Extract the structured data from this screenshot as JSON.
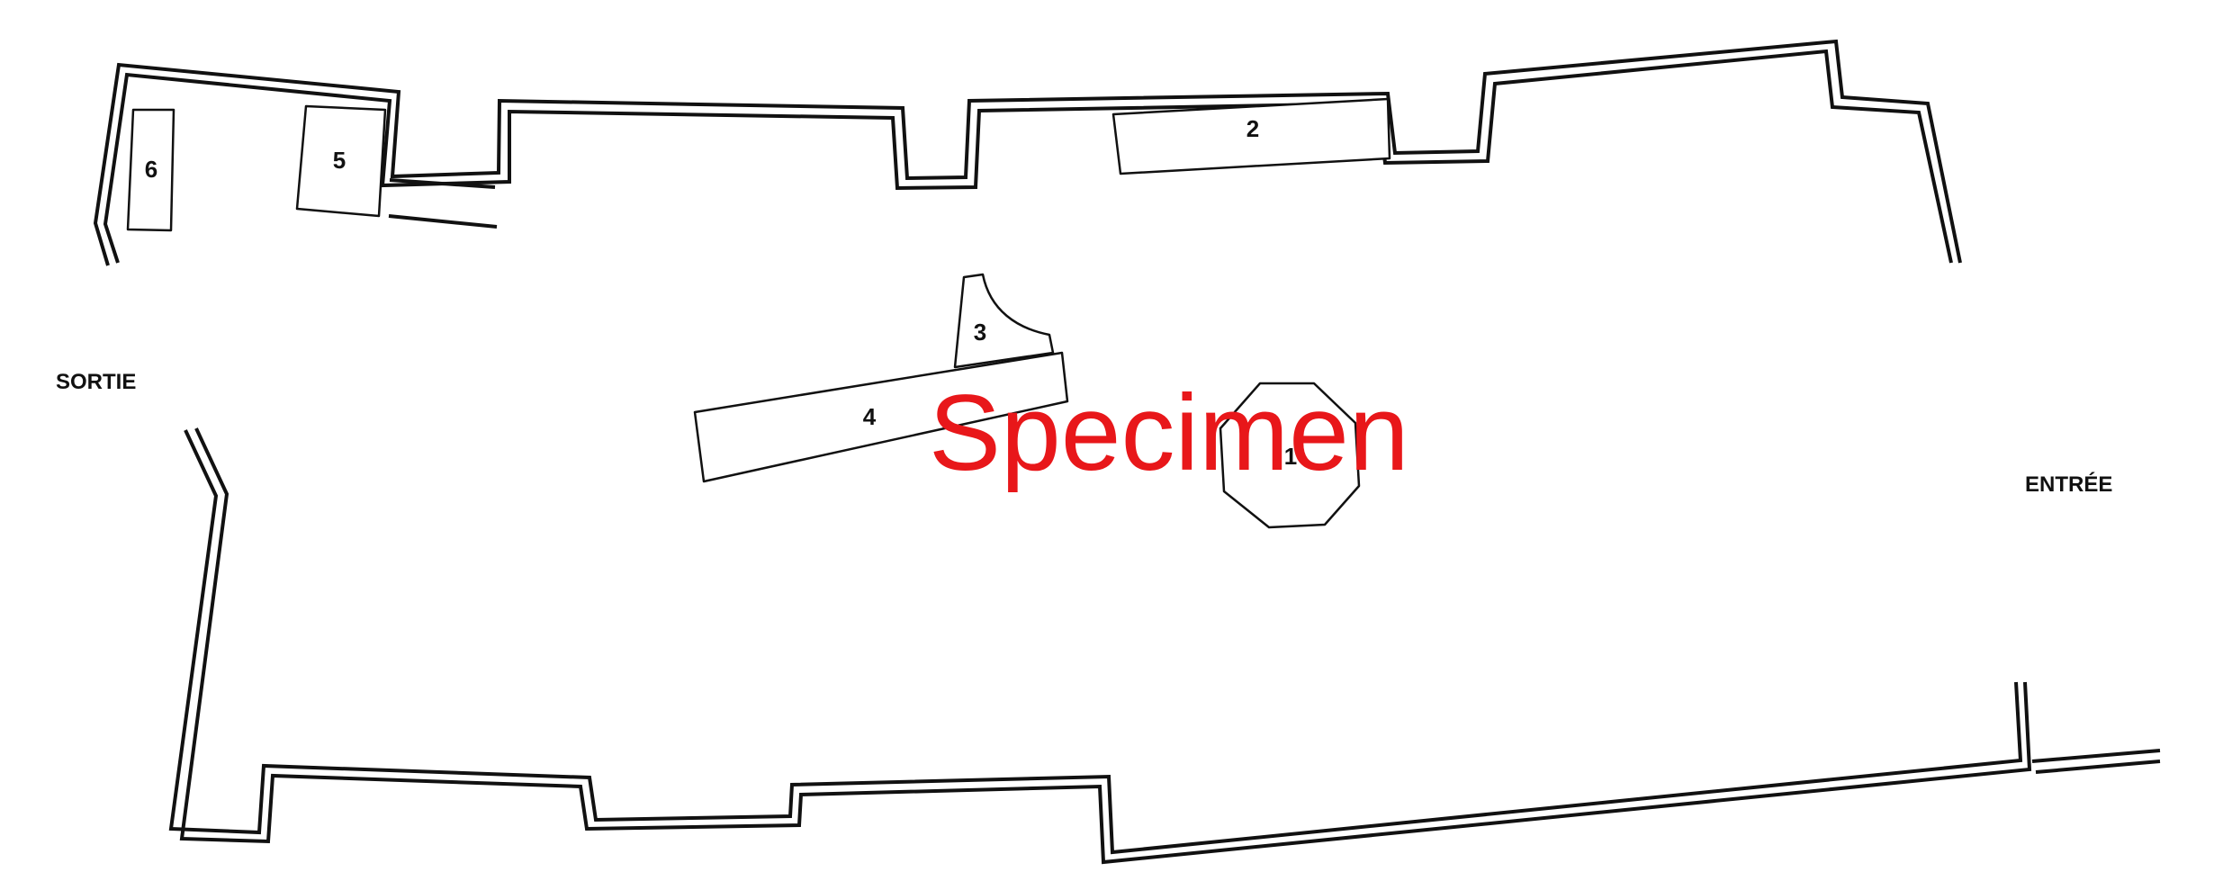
{
  "labels": {
    "exit": "SORTIE",
    "entrance": "ENTRÉE"
  },
  "items": [
    {
      "number": "1",
      "shape": "octagon"
    },
    {
      "number": "2",
      "shape": "rectangle"
    },
    {
      "number": "3",
      "shape": "curved-block"
    },
    {
      "number": "4",
      "shape": "rectangle"
    },
    {
      "number": "5",
      "shape": "rectangle"
    },
    {
      "number": "6",
      "shape": "rectangle"
    }
  ],
  "watermark": {
    "text": "Specimen",
    "color": "#e8171a"
  }
}
